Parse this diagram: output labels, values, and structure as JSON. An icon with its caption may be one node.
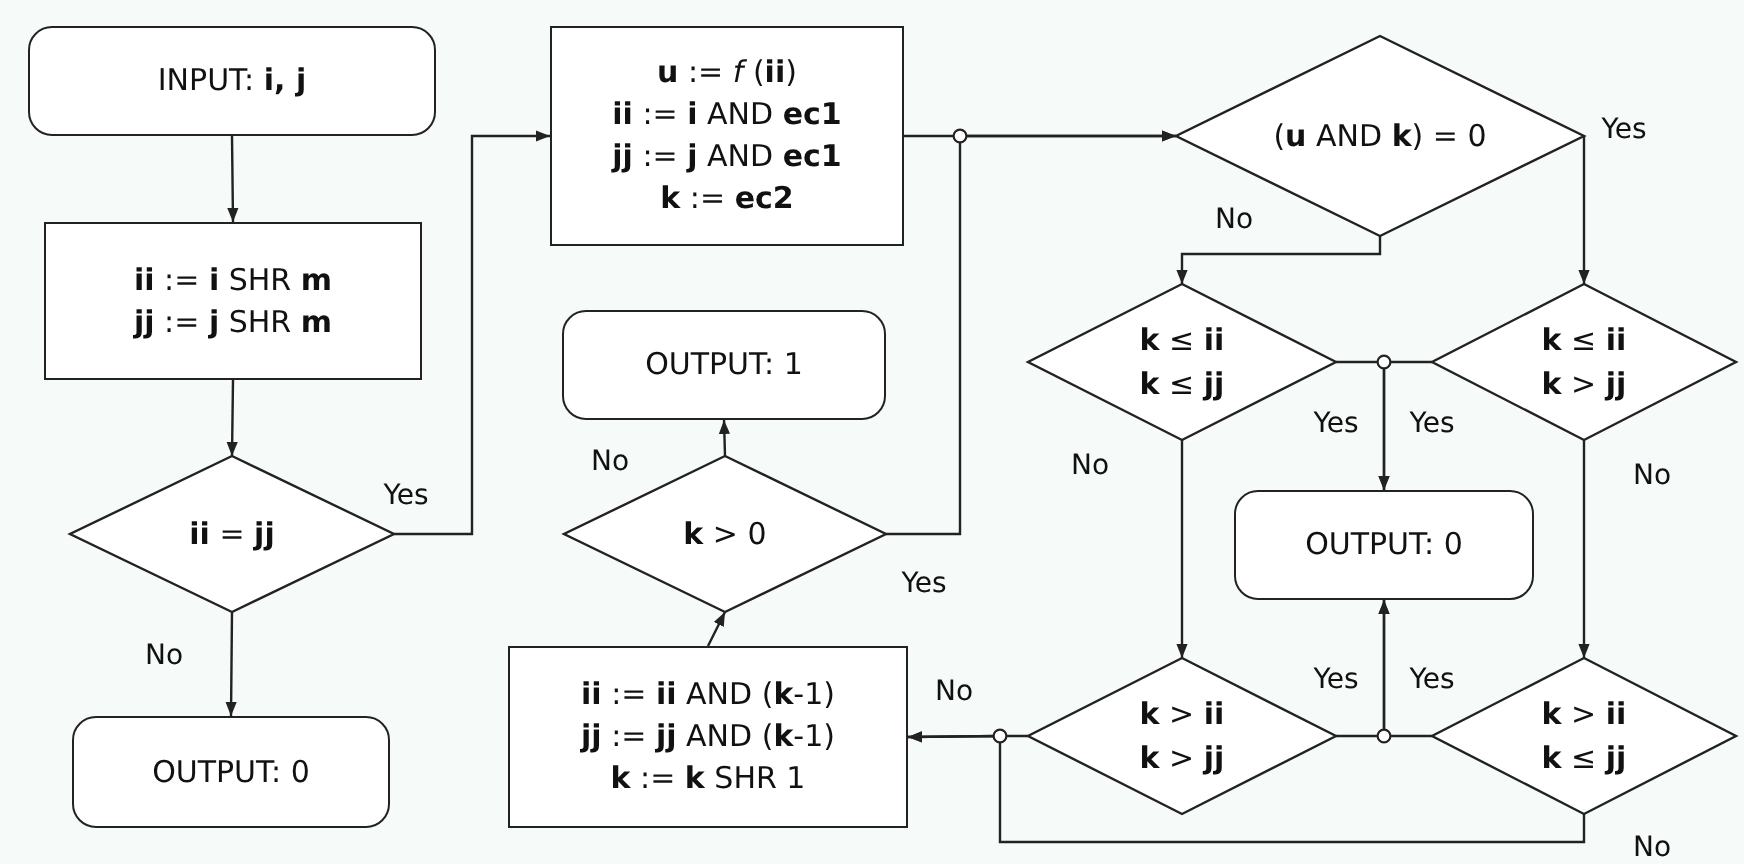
{
  "diagram": {
    "nodes": [
      {
        "text": [
          "INPUT: **i, j**"
        ]
      },
      {
        "text": [
          "**ii** := **i** SHR **m**",
          "**jj** := **j** SHR **m**"
        ]
      },
      {
        "text": [
          "**ii** = **jj**"
        ]
      },
      {
        "text": [
          "OUTPUT: 0"
        ]
      },
      {
        "text": [
          "**u** := *f* (**ii**)",
          "**ii** := **i** AND **ec1**",
          "**jj** := **j** AND **ec1**",
          "**k** := **ec2**"
        ]
      },
      {
        "text": [
          "OUTPUT: 1"
        ]
      },
      {
        "text": [
          "**k** > 0"
        ]
      },
      {
        "text": [
          "**ii** := **ii** AND (**k**-1)",
          "**jj** := **jj** AND (**k**-1)",
          "**k** := **k** SHR 1"
        ]
      },
      {
        "text": [
          "(**u** AND **k**) = 0"
        ]
      },
      {
        "text": [
          "**k** ≤ **ii**",
          "**k** ≤ **jj**"
        ]
      },
      {
        "text": [
          "**k** ≤ **ii**",
          "**k** > **jj**"
        ]
      },
      {
        "text": [
          "OUTPUT: 0"
        ]
      },
      {
        "text": [
          "**k** > **ii**",
          "**k** > **jj**"
        ]
      },
      {
        "text": [
          "**k** > **ii**",
          "**k** ≤ **jj**"
        ]
      }
    ],
    "edges": [
      {
        "from": 0,
        "to": 1,
        "arrow": "to"
      },
      {
        "from": 1,
        "to": 2,
        "arrow": "to"
      },
      {
        "from": 2,
        "to": 3,
        "arrow": "to",
        "label": "No"
      },
      {
        "from": 2,
        "to": 4,
        "arrow": "to",
        "label": "Yes"
      },
      {
        "from": 4,
        "to": 8,
        "arrow": "to"
      },
      {
        "from": 6,
        "to": 8,
        "arrow": "to",
        "label": "Yes"
      },
      {
        "from": 6,
        "to": 5,
        "arrow": "to",
        "label": "No"
      },
      {
        "from": 7,
        "to": 6,
        "arrow": "to"
      },
      {
        "from": 8,
        "to": 9,
        "arrow": "to",
        "label": "No"
      },
      {
        "from": 8,
        "to": 10,
        "arrow": "to",
        "label": "Yes"
      },
      {
        "from": 9,
        "to": 11,
        "arrow": "to",
        "label": "Yes"
      },
      {
        "from": 10,
        "to": 11,
        "arrow": "to",
        "label": "Yes"
      },
      {
        "from": 9,
        "to": 12,
        "arrow": "to",
        "label": "No"
      },
      {
        "from": 10,
        "to": 13,
        "arrow": "to",
        "label": "No"
      },
      {
        "from": 12,
        "to": 11,
        "arrow": "to",
        "label": "Yes"
      },
      {
        "from": 13,
        "to": 11,
        "arrow": "to",
        "label": "Yes"
      },
      {
        "from": 12,
        "to": 7,
        "arrow": "to",
        "label": "No"
      },
      {
        "from": 13,
        "to": 7,
        "arrow": "to",
        "label": "No"
      }
    ]
  }
}
